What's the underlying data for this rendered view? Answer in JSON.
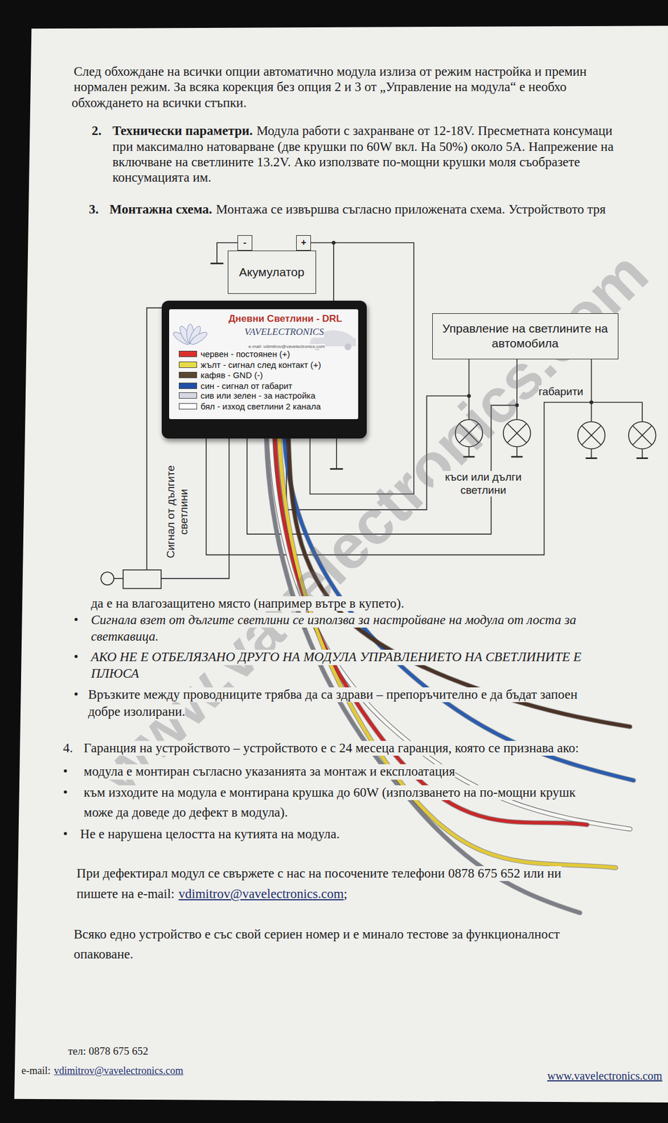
{
  "diagram": {
    "nodes": [
      {
        "text": [
          "-"
        ]
      },
      {
        "text": [
          "+"
        ]
      },
      {
        "text": [
          "Акумулатор"
        ]
      },
      {
        "text": [
          "Дневни Светлини - DRL",
          "VAVELECTRONICS",
          "e-mail: vdimitrov@vavelectronics.com"
        ]
      },
      {
        "text": [
          "Управление на светлините на автомобила"
        ]
      }
    ],
    "edges": [
      {
        "from": 1,
        "to": 3,
        "arrow": "none"
      },
      {
        "from": 4,
        "to": 3,
        "arrow": "none"
      },
      {
        "from": 4,
        "to": 3,
        "arrow": "none"
      },
      {
        "from": 4,
        "to": 3,
        "arrow": "none"
      }
    ],
    "labels": [
      "След обхождане на всички опции автоматично модула излиза от режим настройка и премин",
      "нормален режим. За всяка корекция без опция 2 и 3 от „Управление на модула“ е необхо",
      "обхождането на всички стъпки.",
      "2.",
      "Технически параметри.",
      "Модула работи с захранване от 12-18V. Пресметната консумаци",
      "при максимално натоварване (две крушки по 60W вкл. На 50%) около 5А. Напрежение на",
      "включване на светлините 13.2V. Ако използвате по-мощни крушки моля съобразете",
      "консумацията им.",
      "3.",
      "Монтажна схема.",
      "Монтажа се извършва съгласно приложената схема. Устройството тря",
      "габарити",
      "къси или дълги светлини",
      "Сигнал от дългите светлини",
      "да е на влагозащитено място (например вътре в купето).",
      "•",
      "Сигнала взет от дългите светлини се използва за настройване на модула от лоста за",
      "светкавица.",
      "•",
      "АКО НЕ Е ОТБЕЛЯЗАНО ДРУГО НА МОДУЛА УПРАВЛЕНИЕТО НА СВЕТЛИНИТЕ Е",
      "ПЛЮСА",
      "•",
      "Връзките между проводниците трябва да са здрави – препоръчително е да бъдат запоен",
      "добре изолирани.",
      "4.",
      "Гаранция на устройството – устройството е с 24 месеца гаранция, която се признава ако:",
      "•",
      "модула е монтиран съгласно указанията за монтаж и експлоатация",
      "•",
      "към изходите на модула е монтирана крушка до 60W (използването на по-мощни крушк",
      "може да доведе до дефект в модула).",
      "•",
      "Не е нарушена целостта на кутията на модула.",
      "При дефектирал модул се свържете с нас на посочените телефони 0878 675 652 или ни",
      "пишете на e-mail:",
      "vdimitrov@vavelectronics.com",
      ";",
      "Всяко едно устройство е със свой сериен номер и е минало тестове за функционалност",
      "опаковане.",
      "тел: 0878 675 652",
      "e-mail:",
      "vdimitrov@vavelectronics.com",
      "www.vavelectronics.com",
      "www.vavelectronics.com"
    ],
    "legend": [
      {
        "text": "червен - постоянен (+)",
        "color": "#d8312a"
      },
      {
        "text": "жълт - сигнал след контакт (+)",
        "color": "#e6dc46"
      },
      {
        "text": "кафяв - GND (-)",
        "color": "#5a4630"
      },
      {
        "text": "син - сигнал от габарит",
        "color": "#1f4fa6"
      },
      {
        "text": "сив или зелен - за настройка",
        "color": "#d6d7e3"
      },
      {
        "text": "бял - изход светлини 2 канала",
        "color": "#ffffff"
      }
    ]
  }
}
